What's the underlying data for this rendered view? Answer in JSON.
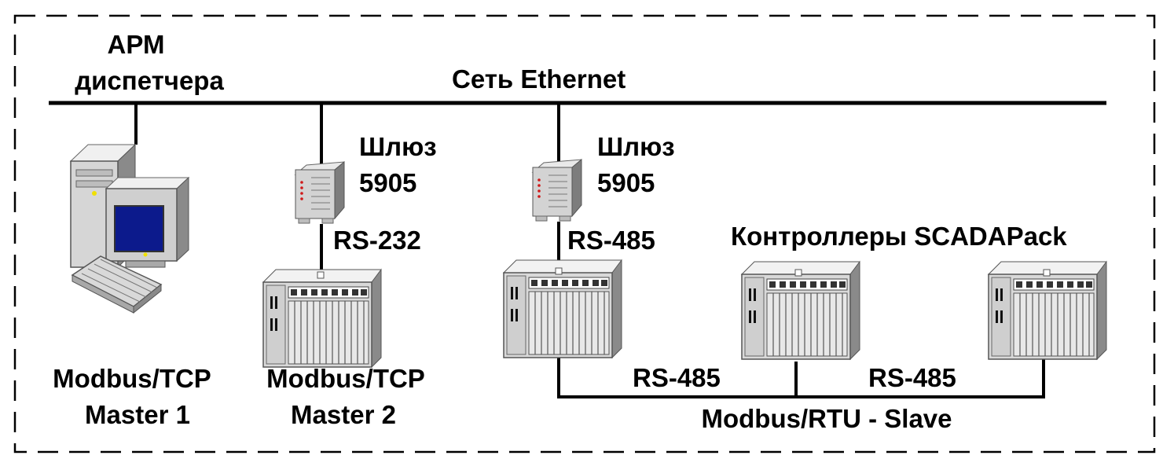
{
  "labels": {
    "arm_line1": "АРМ",
    "arm_line2": "диспетчера",
    "ethernet": "Сеть Ethernet",
    "gw1_line1": "Шлюз",
    "gw1_line2": "5905",
    "gw2_line1": "Шлюз",
    "gw2_line2": "5905",
    "rs232": "RS-232",
    "rs485_gateway": "RS-485",
    "controllers": "Контроллеры SCADAPack",
    "master1_line1": "Modbus/TCP",
    "master1_line2": "Master 1",
    "master2_line1": "Modbus/TCP",
    "master2_line2": "Master 2",
    "rs485_bus_left": "RS-485",
    "rs485_bus_right": "RS-485",
    "rtu_slave": "Modbus/RTU - Slave"
  },
  "colors": {
    "line": "#000000",
    "device_light": "#e6e6e6",
    "device_mid": "#bdbdbd",
    "device_dark": "#6e6e6e",
    "screen": "#0c1a8c",
    "led_red": "#d01818",
    "led_yellow": "#f0e000"
  }
}
